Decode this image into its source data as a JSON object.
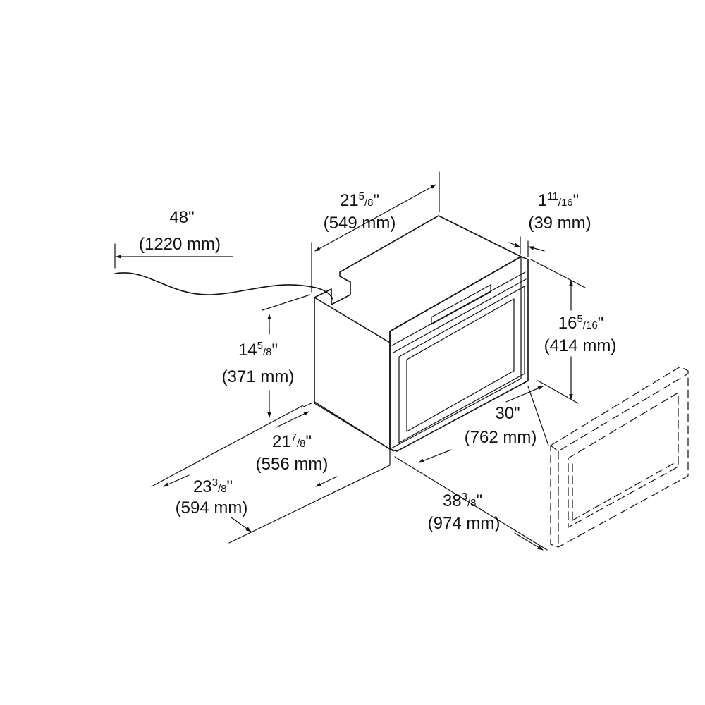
{
  "dimensions": {
    "cord_length": {
      "inch": "48\"",
      "mm": "(1220 mm)"
    },
    "top_depth": {
      "whole": "21",
      "num": "5",
      "den": "8",
      "mark": "\"",
      "mm": "(549 mm)"
    },
    "door_thickness": {
      "whole": "1",
      "num": "11",
      "den": "16",
      "mark": "\"",
      "mm": "(39 mm)"
    },
    "body_height": {
      "whole": "14",
      "num": "5",
      "den": "8",
      "mark": "\"",
      "mm": "(371 mm)"
    },
    "front_height": {
      "whole": "16",
      "num": "5",
      "den": "16",
      "mark": "\"",
      "mm": "(414 mm)"
    },
    "width": {
      "inch": "30\"",
      "mm": "(762 mm)"
    },
    "body_depth": {
      "whole": "21",
      "num": "7",
      "den": "8",
      "mark": "\"",
      "mm": "(556 mm)"
    },
    "total_depth": {
      "whole": "23",
      "num": "3",
      "den": "8",
      "mark": "\"",
      "mm": "(594 mm)"
    },
    "depth_door_open": {
      "whole": "38",
      "num": "3",
      "den": "8",
      "mark": "\"",
      "mm": "(974 mm)"
    }
  },
  "colors": {
    "line": "#111111",
    "background": "#ffffff",
    "window": "#8e8e8e"
  }
}
